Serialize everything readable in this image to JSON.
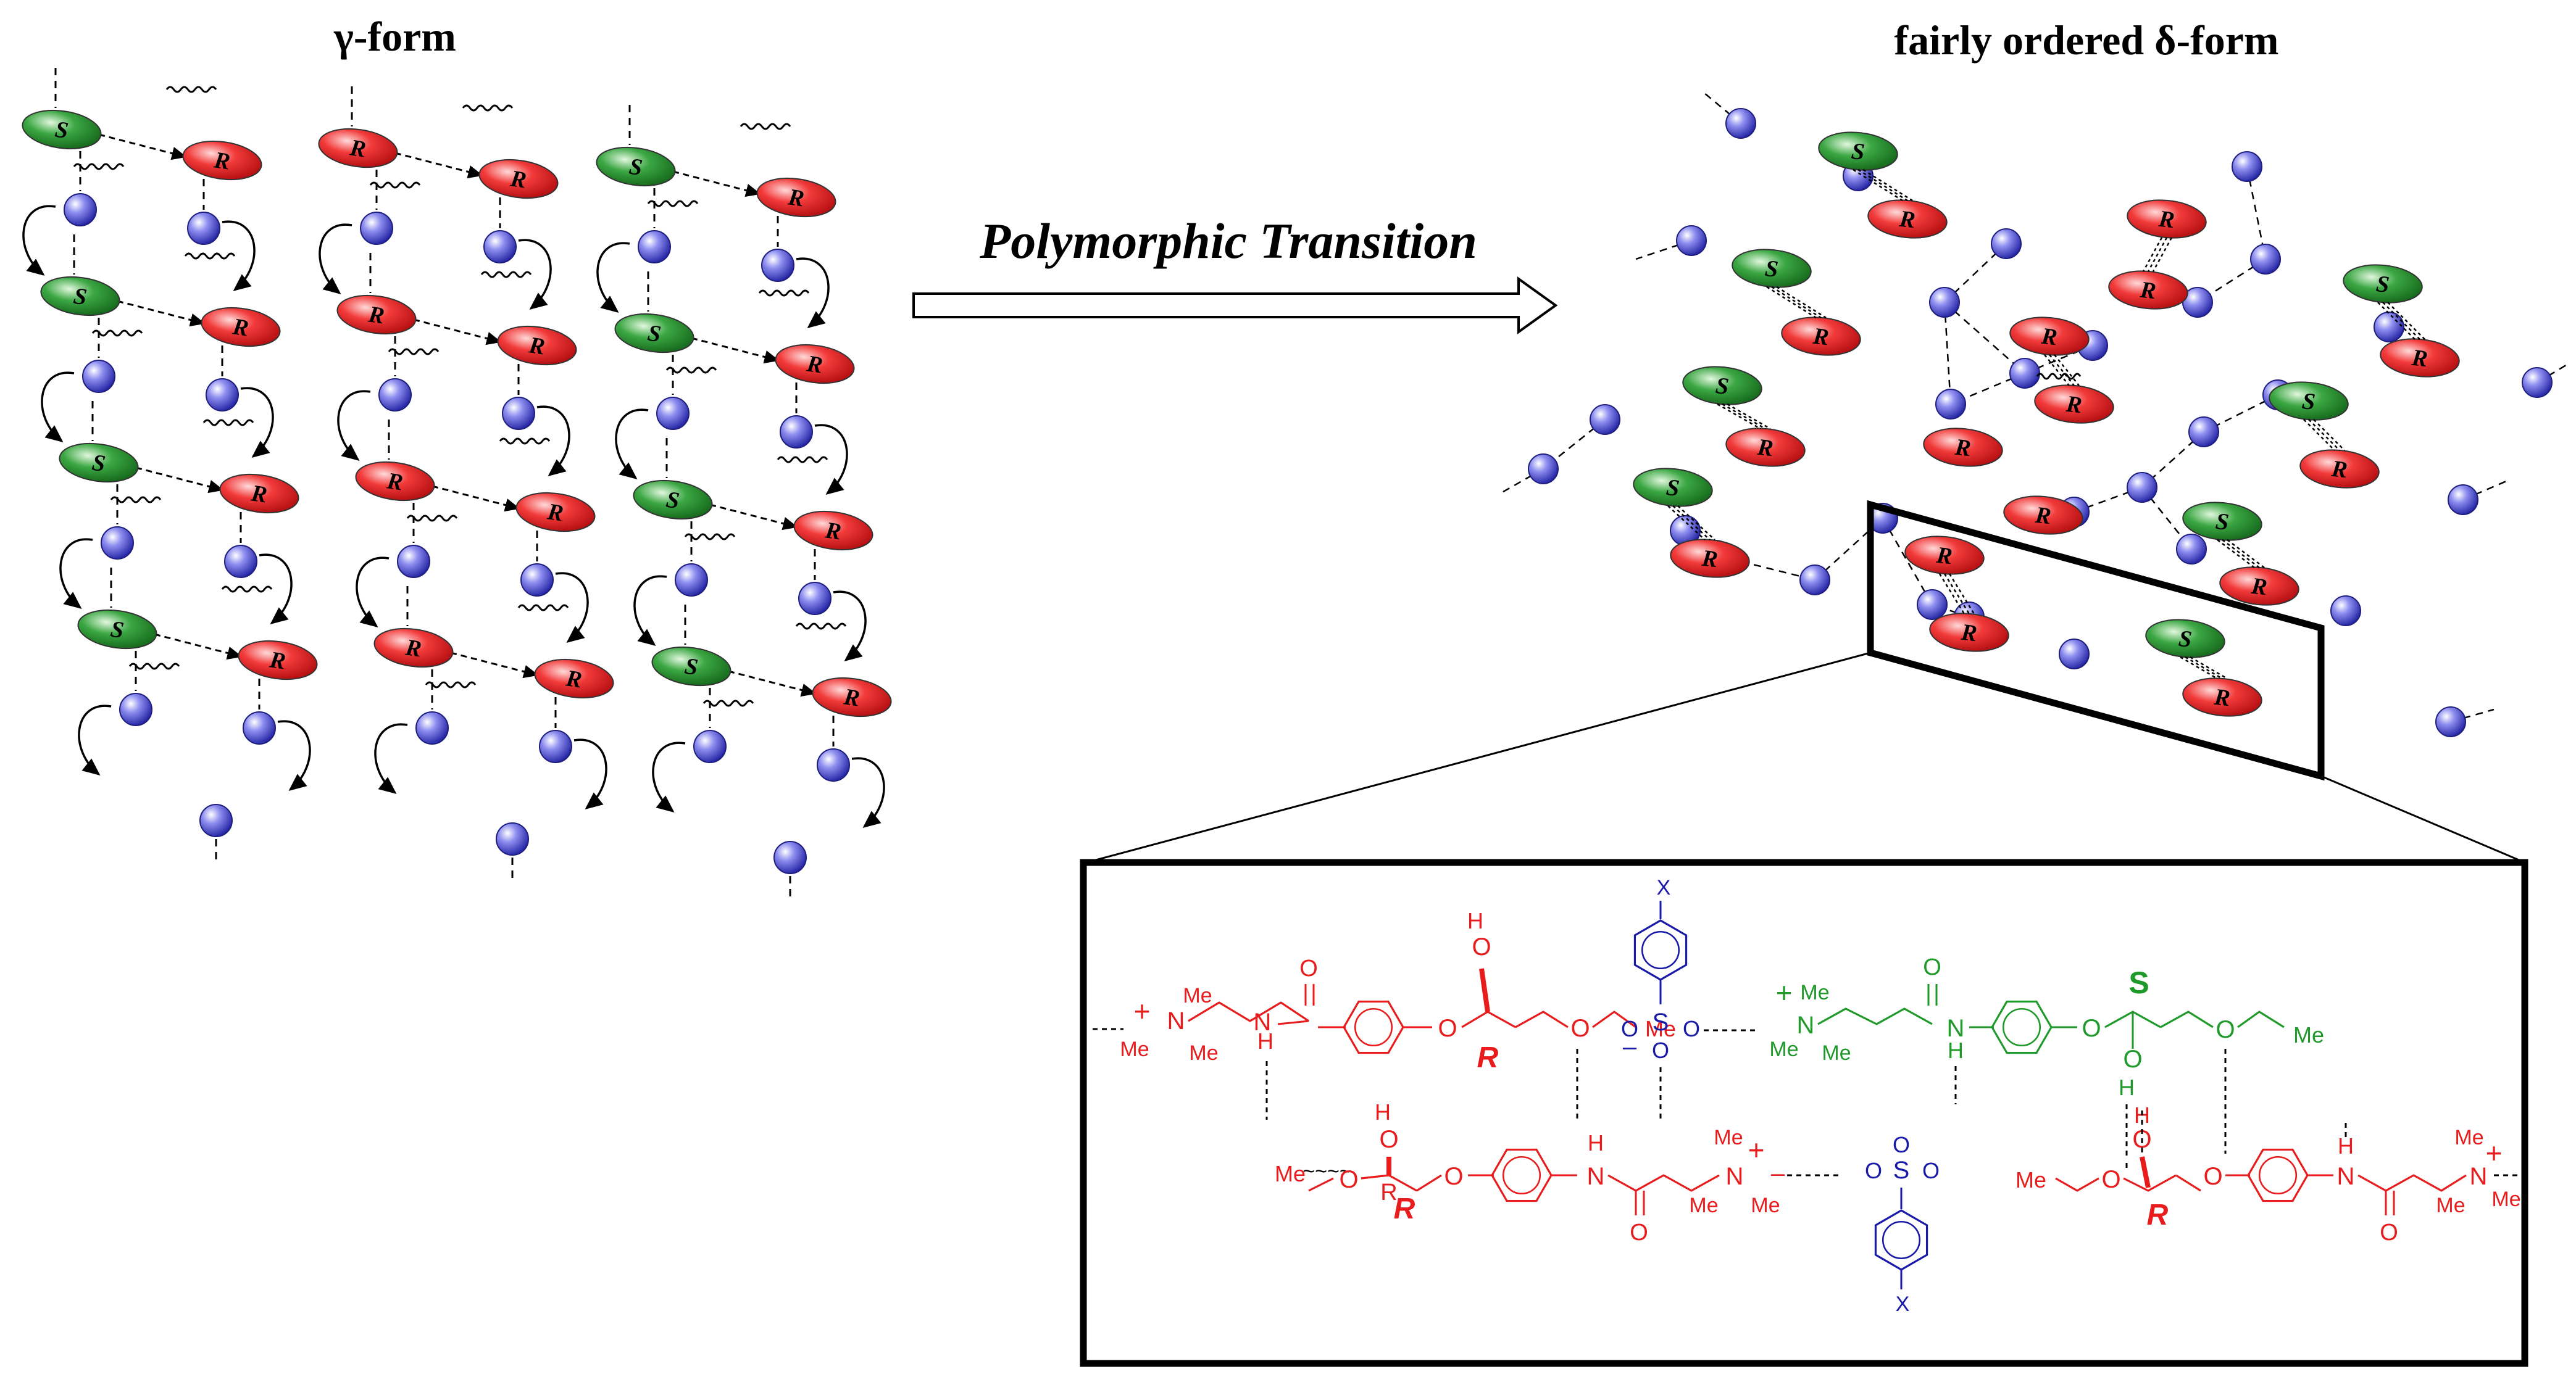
{
  "titles": {
    "gamma": "γ-form",
    "delta": "fairly ordered δ-form"
  },
  "transition_label": "Polymorphic Transition",
  "unit_labels": {
    "R": "R",
    "S": "S"
  },
  "colors": {
    "red_unit": "#e8232a",
    "green_unit": "#2e9e3a",
    "blue_sphere": "#5b5bd6",
    "chem_red": "#e81c1c",
    "chem_green": "#1f9a2a",
    "chem_blue": "#1a1aa8",
    "black": "#000000"
  },
  "chem": {
    "me": "Me",
    "plus": "+",
    "minus": "–",
    "N": "N",
    "O": "O",
    "H": "H",
    "S": "S",
    "X": "X",
    "R": "R",
    "S_big": "S"
  }
}
